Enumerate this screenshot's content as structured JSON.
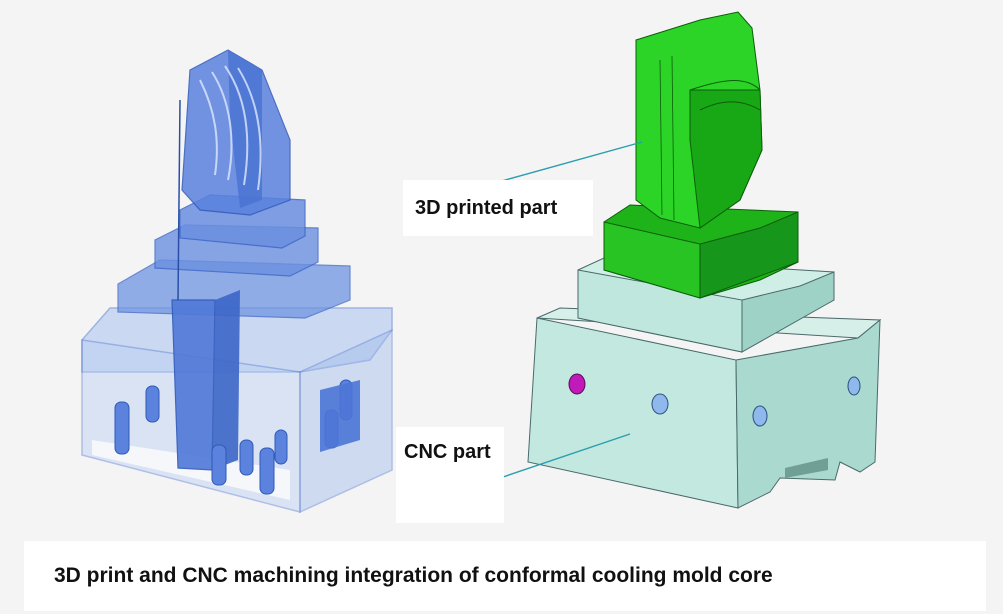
{
  "labels": {
    "printed_part": "3D printed part",
    "cnc_part": "CNC part"
  },
  "caption": "3D print and CNC machining integration of conformal cooling mold core",
  "colors": {
    "background": "#f4f4f4",
    "transparent_model": "#5b86e0",
    "printed_part_green": "#22c21c",
    "cnc_block": "#bfe5dc",
    "hole_magenta": "#c01ab8",
    "hole_blue": "#6fa6e8",
    "leader_line": "#2a9db0"
  },
  "icons": {
    "left_model": "transparent-mold-core-render",
    "right_model": "solid-mold-core-render"
  }
}
